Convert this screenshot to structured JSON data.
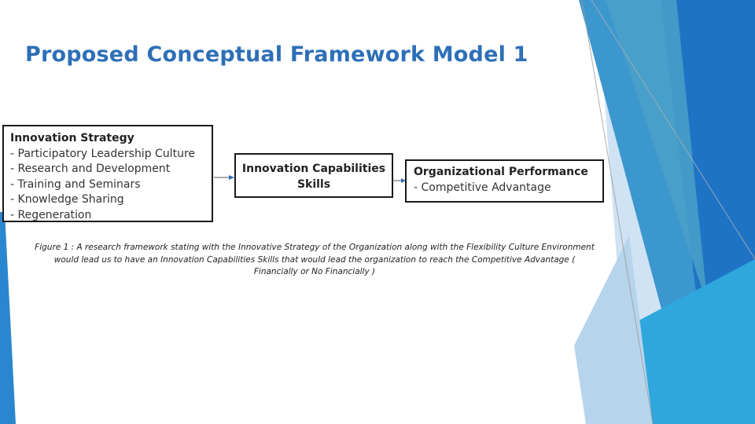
{
  "slide": {
    "title": "Proposed Conceptual Framework Model 1"
  },
  "diagram": {
    "strategy_box": {
      "heading": "Innovation Strategy",
      "items": [
        "Participatory Leadership Culture",
        "Research and Development",
        "Training and Seminars",
        "Knowledge Sharing",
        "Regeneration"
      ]
    },
    "capabilities_box": {
      "line1": "Innovation Capabilities",
      "line2": "Skills"
    },
    "performance_box": {
      "heading": "Organizational Performance",
      "item": "- Competitive Advantage"
    }
  },
  "caption": "Figure 1 : A research framework stating with the Innovative Strategy of the Organization along with the Flexibility Culture Environment would lead us to have an Innovation Capabilities Skills that would lead the organization to reach the Competitive Advantage ( Financially or No Financially )",
  "colors": {
    "title": "#2e6fb7",
    "deco_dark": "#1f73c4",
    "deco_mid": "#2f9ad6",
    "deco_light": "#a9cdea",
    "arrow": "#2e6fb7"
  }
}
